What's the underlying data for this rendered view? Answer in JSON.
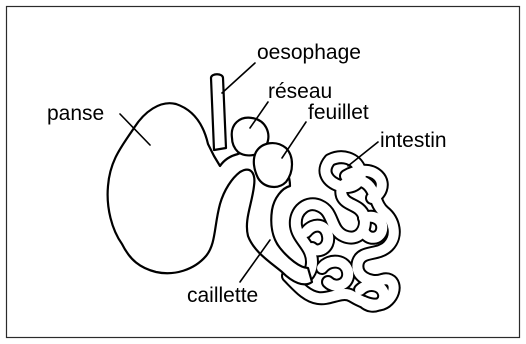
{
  "labels": {
    "oesophage": "oesophage",
    "reseau": "réseau",
    "feuillet": "feuillet",
    "intestin": "intestin",
    "panse": "panse",
    "caillette": "caillette"
  }
}
